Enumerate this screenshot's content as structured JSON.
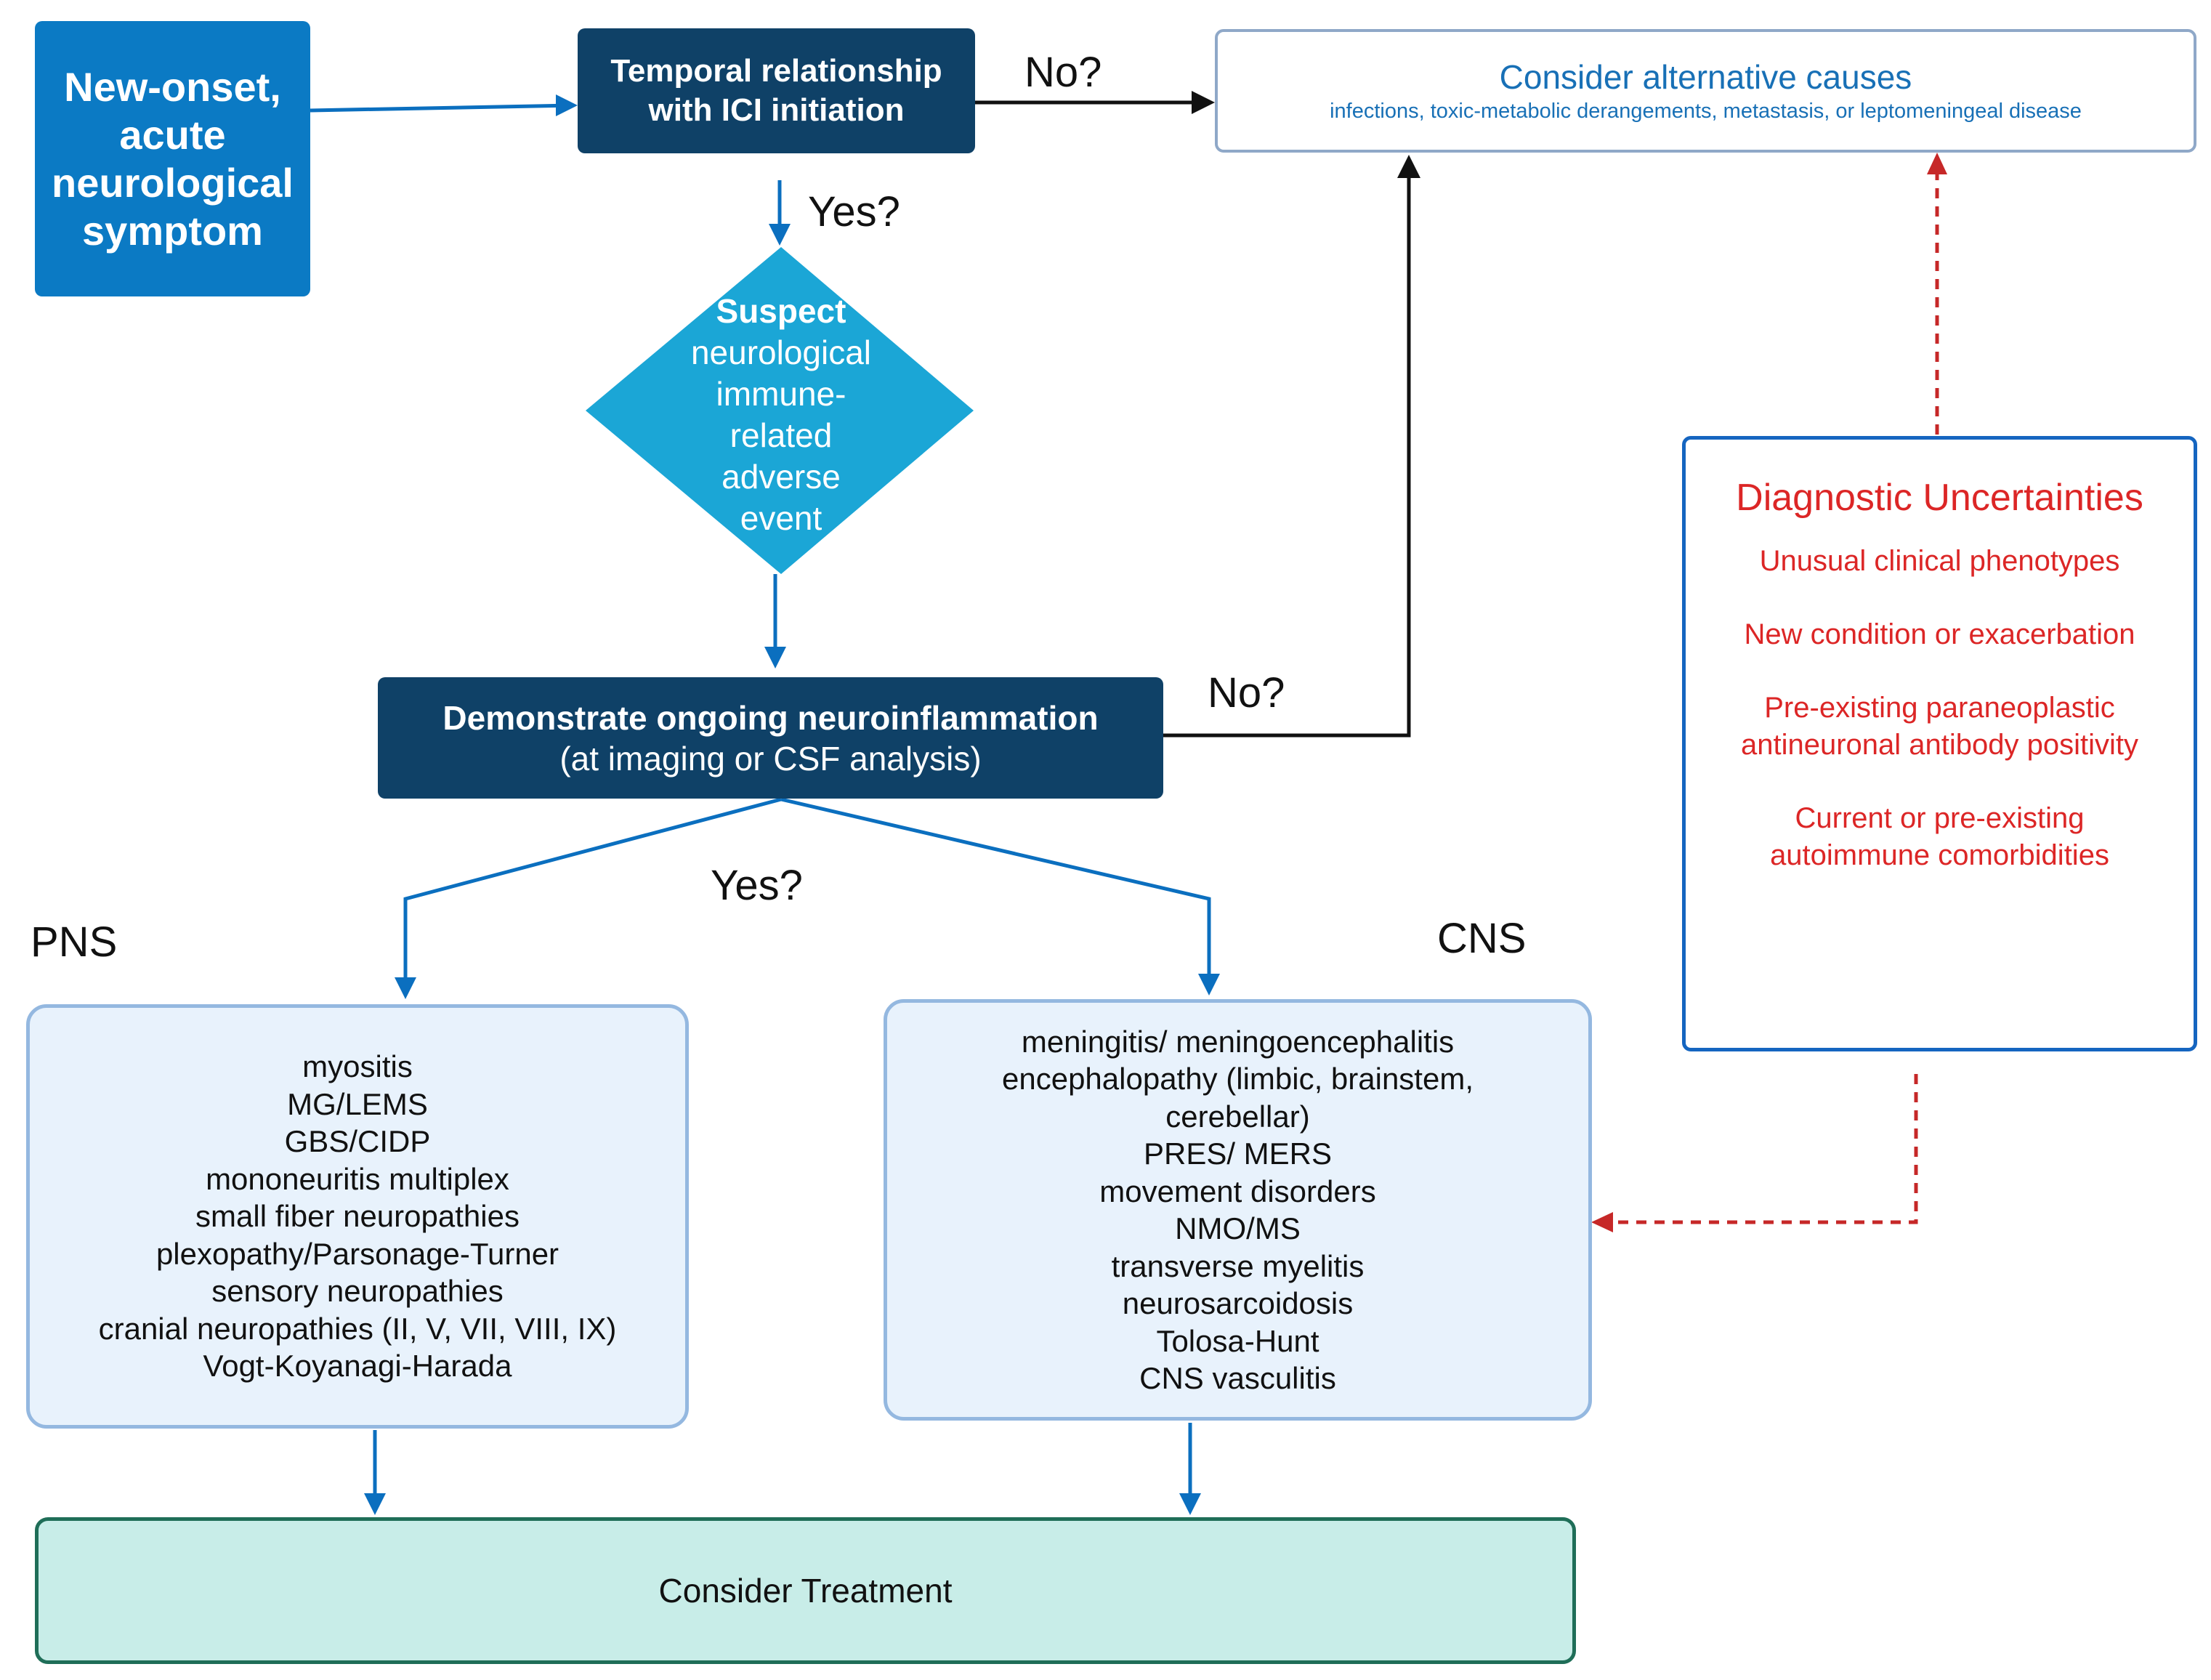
{
  "start": {
    "lines": [
      "New-onset,",
      "acute",
      "neurological",
      "symptom"
    ]
  },
  "temporal": {
    "lines": [
      "Temporal relationship",
      "with ICI initiation"
    ]
  },
  "alternative": {
    "title": "Consider alternative causes",
    "subtitle": "infections, toxic-metabolic derangements, metastasis, or leptomeningeal disease"
  },
  "suspect": {
    "first": "Suspect",
    "lines": [
      "neurological",
      "immune-",
      "related",
      "adverse",
      "event"
    ]
  },
  "demonstrate": {
    "title": "Demonstrate ongoing neuroinflammation",
    "subtitle": "(at imaging or CSF analysis)"
  },
  "labels": {
    "no_top": "No?",
    "yes_top": "Yes?",
    "no_mid": "No?",
    "yes_mid": "Yes?",
    "pns": "PNS",
    "cns": "CNS"
  },
  "pns_items": [
    "myositis",
    "MG/LEMS",
    "GBS/CIDP",
    "mononeuritis multiplex",
    "small fiber neuropathies",
    "plexopathy/Parsonage-Turner",
    "sensory neuropathies",
    "cranial neuropathies (II, V, VII, VIII, IX)",
    "Vogt-Koyanagi-Harada"
  ],
  "cns_items": [
    "meningitis/ meningoencephalitis",
    "encephalopathy (limbic, brainstem, cerebellar)",
    "PRES/ MERS",
    "movement disorders",
    "NMO/MS",
    "transverse myelitis",
    "neurosarcoidosis",
    "Tolosa-Hunt",
    "CNS vasculitis"
  ],
  "diagnostic": {
    "title": "Diagnostic Uncertainties",
    "items": [
      "Unusual clinical phenotypes",
      "New condition or exacerbation",
      "Pre-existing paraneoplastic antineuronal antibody positivity",
      "Current or pre-existing autoimmune comorbidities"
    ]
  },
  "treatment": {
    "label": "Consider Treatment"
  },
  "colors": {
    "primary_blue": "#0b7ac4",
    "dark_navy": "#0f4167",
    "diamond_cyan": "#1ba6d6",
    "arrow_blue": "#0b6fbf",
    "arrow_black": "#111111",
    "red_dashed": "#c62828",
    "uncertainty_red": "#dc2626",
    "treatment_fill": "#c8ede8",
    "treatment_border": "#1f6e58",
    "list_fill": "#e8f2fc",
    "list_border": "#94b8e0"
  }
}
